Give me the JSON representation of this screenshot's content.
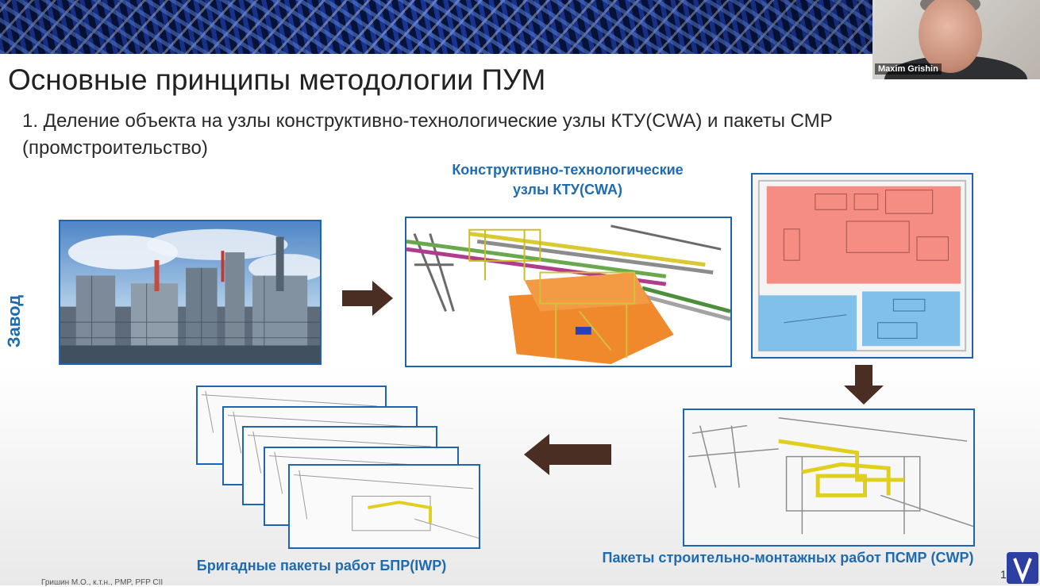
{
  "slide": {
    "title": "Основные принципы методологии ПУМ",
    "subtitle": "1. Деление объекта  на узлы конструктивно-технологические узлы КТУ(CWA) и пакеты СМР (промстроительство)",
    "label_zavod": "Завод",
    "label_ktu_line1": "Конструктивно-технологические",
    "label_ktu_line2": "узлы КТУ(CWA)",
    "label_psmr": "Пакеты строительно-монтажных работ ПСМР (CWP)",
    "label_bpr": "Бригадные пакеты работ БПР(IWP)",
    "footer": "Гришин М.О., к.т.н., PMP, PFP CII",
    "page_number": "13"
  },
  "webcam": {
    "participant_name": "Maxim Grishin"
  },
  "colors": {
    "caption_blue": "#1f6bb0",
    "frame_blue": "#1f64b0",
    "arrow_brown": "#4a2e24",
    "zone_red": "#f47a6e",
    "zone_blue": "#6bb6e6"
  },
  "icons": [
    "arrow-right-icon",
    "arrow-down-icon",
    "arrow-left-icon",
    "logo-icon"
  ]
}
